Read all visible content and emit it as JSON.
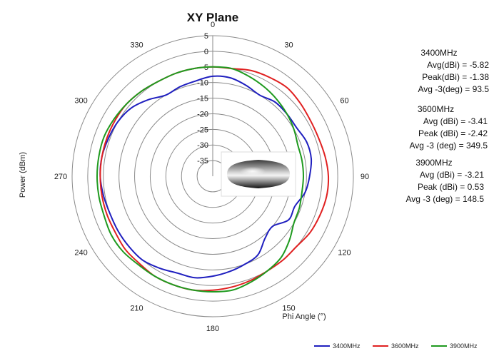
{
  "chart_data": {
    "type": "polar-line",
    "title": "XY Plane",
    "radial_axis_label": "Power (dBm)",
    "angular_axis_label": "Phi Angle (°)",
    "r_range": [
      -40,
      5
    ],
    "r_ticks": [
      5,
      0,
      -5,
      -10,
      -15,
      -20,
      -25,
      -30,
      -35
    ],
    "angle_ticks": [
      0,
      30,
      60,
      90,
      120,
      150,
      180,
      210,
      240,
      270,
      300,
      330
    ],
    "angle_direction": "clockwise-from-top",
    "grid": true,
    "legend_position": "bottom-right",
    "series": [
      {
        "name": "3400MHz",
        "color": "#1f1fbf",
        "angles": [
          0,
          10,
          20,
          30,
          40,
          50,
          60,
          70,
          80,
          90,
          100,
          110,
          120,
          130,
          140,
          150,
          160,
          170,
          180,
          190,
          200,
          210,
          220,
          230,
          240,
          250,
          260,
          270,
          280,
          290,
          300,
          310,
          320,
          330,
          340,
          350
        ],
        "values": [
          -8,
          -8,
          -9,
          -10,
          -9,
          -9,
          -9,
          -8,
          -8,
          -9,
          -10,
          -12,
          -12,
          -15,
          -14,
          -11,
          -10,
          -9,
          -8,
          -7,
          -7,
          -6,
          -5,
          -5,
          -5,
          -5,
          -4.5,
          -4,
          -4,
          -4.5,
          -5,
          -6,
          -8,
          -10,
          -9.5,
          -9
        ]
      },
      {
        "name": "3600MHz",
        "color": "#e02020",
        "angles": [
          0,
          10,
          20,
          30,
          40,
          50,
          60,
          70,
          80,
          90,
          100,
          110,
          120,
          130,
          140,
          150,
          160,
          170,
          180,
          190,
          200,
          210,
          220,
          230,
          240,
          250,
          260,
          270,
          280,
          290,
          300,
          310,
          320,
          330,
          340,
          350
        ],
        "values": [
          -5,
          -5,
          -4,
          -3.5,
          -3,
          -3.5,
          -4,
          -4,
          -3.5,
          -3,
          -3,
          -3.5,
          -4,
          -5,
          -5,
          -5,
          -4.5,
          -4,
          -3.5,
          -3,
          -3,
          -3,
          -3.5,
          -3.5,
          -4,
          -4,
          -4,
          -4,
          -4,
          -4,
          -4,
          -4,
          -4.5,
          -5,
          -5,
          -5
        ]
      },
      {
        "name": "3900MHz",
        "color": "#1f9a1f",
        "angles": [
          0,
          10,
          20,
          30,
          40,
          50,
          60,
          70,
          80,
          90,
          100,
          110,
          120,
          130,
          140,
          150,
          160,
          170,
          180,
          190,
          200,
          210,
          220,
          230,
          240,
          250,
          260,
          270,
          280,
          290,
          300,
          310,
          320,
          330,
          340,
          350
        ],
        "values": [
          -5,
          -5,
          -6,
          -7,
          -8,
          -9,
          -10,
          -11,
          -11,
          -11,
          -11,
          -10.5,
          -10,
          -8,
          -6,
          -5,
          -4,
          -3,
          -3,
          -3,
          -3,
          -3,
          -3,
          -2.5,
          -2.5,
          -3,
          -3,
          -3,
          -3,
          -3,
          -3.5,
          -4,
          -4.5,
          -5,
          -5,
          -5
        ]
      }
    ],
    "annotations": [
      {
        "title": "3400MHz",
        "rows": [
          {
            "label": "Avg(dBi) = ",
            "value": "-5.82"
          },
          {
            "label": "Peak(dBi) = ",
            "value": "-1.38"
          },
          {
            "label": "Avg -3(deg) = ",
            "value": "93.5"
          }
        ]
      },
      {
        "title": "3600MHz",
        "rows": [
          {
            "label": "Avg (dBi) = ",
            "value": "-3.41"
          },
          {
            "label": "Peak (dBi) = ",
            "value": "-2.42"
          },
          {
            "label": "Avg -3 (deg) = ",
            "value": "349.5"
          }
        ]
      },
      {
        "title": "3900MHz",
        "rows": [
          {
            "label": "Avg (dBi) = ",
            "value": "-3.21"
          },
          {
            "label": "Peak (dBi) = ",
            "value": "0.53"
          },
          {
            "label": "Avg -3 (deg) = ",
            "value": "148.5"
          }
        ]
      }
    ]
  }
}
